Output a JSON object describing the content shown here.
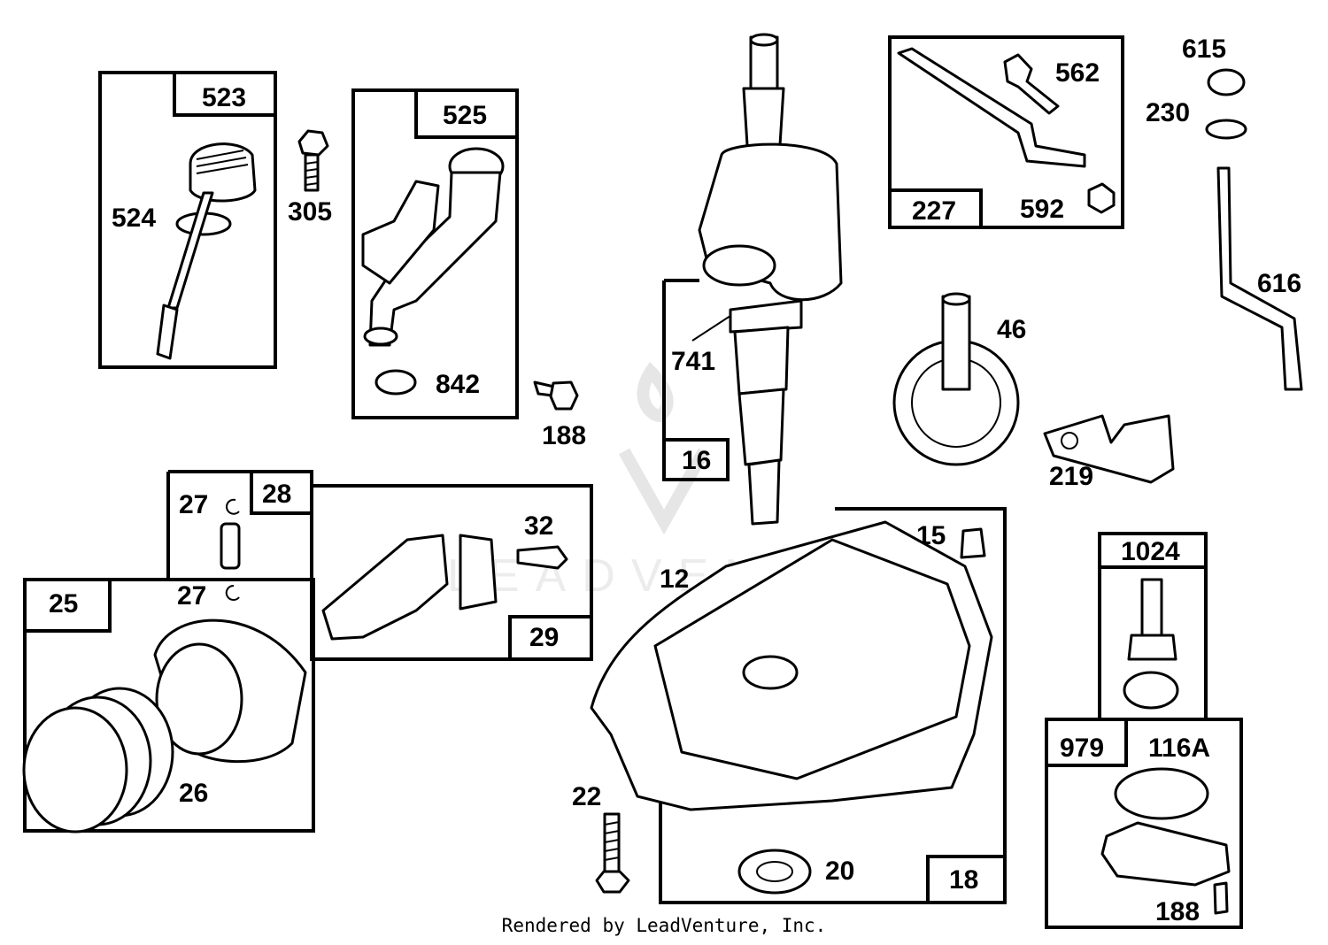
{
  "diagram": {
    "parts": {
      "p523": "523",
      "p524": "524",
      "p305": "305",
      "p525": "525",
      "p842": "842",
      "p188a": "188",
      "p741": "741",
      "p16": "16",
      "p227": "227",
      "p562": "562",
      "p592": "592",
      "p615": "615",
      "p230": "230",
      "p616": "616",
      "p46": "46",
      "p219": "219",
      "p28": "28",
      "p27a": "27",
      "p27b": "27",
      "p25": "25",
      "p26": "26",
      "p29": "29",
      "p32": "32",
      "p15": "15",
      "p12": "12",
      "p22": "22",
      "p20": "20",
      "p18": "18",
      "p1024": "1024",
      "p979": "979",
      "p116A": "116A",
      "p188b": "188"
    },
    "watermark": "LEADVENTURE",
    "footer": "Rendered by LeadVenture, Inc."
  }
}
